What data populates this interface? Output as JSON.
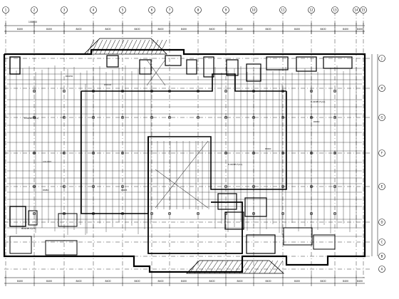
{
  "drawing": {
    "type": "floor plan - plumbing / sprinkler layout",
    "top_overall_dimension": "108600",
    "column_grid_bubbles_top": [
      "1",
      "2",
      "3",
      "4",
      "5",
      "6",
      "7",
      "8",
      "9",
      "10",
      "11",
      "12",
      "13",
      "14",
      "15"
    ],
    "row_grid_bubbles_right": [
      "J",
      "H",
      "G",
      "F",
      "E",
      "D",
      "C",
      "B",
      "A"
    ],
    "bay_dimensions_top": [
      "8400",
      "8400",
      "8400",
      "8400",
      "8400",
      "8400",
      "8400",
      "8400",
      "8400",
      "8400",
      "8400",
      "8400",
      "8400",
      "8400"
    ],
    "bay_dimensions_bottom": [
      "8400",
      "8400",
      "8400",
      "8400",
      "8400",
      "8400",
      "8400",
      "8400",
      "8400",
      "8400",
      "8400",
      "8400",
      "8400",
      "8400"
    ],
    "room_labels": [
      "8.0P/PE-F(A1)",
      "8.0P/PE-F(A1)",
      "8.0P/PE-F(A1)",
      "8.0P/PE-F(A1)"
    ],
    "pipe_notes": [
      "DN150",
      "DN100",
      "DN80",
      "DN65",
      "DN50",
      "DN40",
      "i=0.003"
    ]
  }
}
